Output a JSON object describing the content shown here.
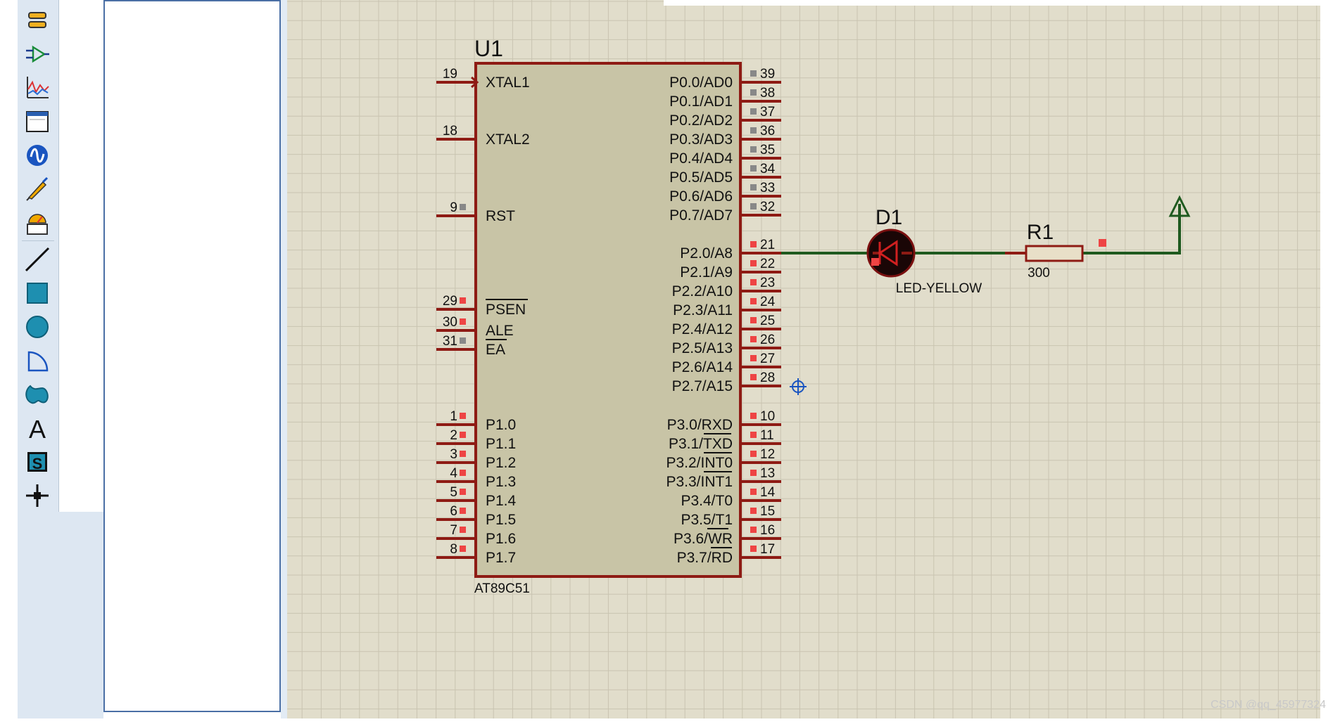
{
  "toolbar": {
    "tools": [
      {
        "name": "terminals-mode-icon"
      },
      {
        "name": "device-pins-mode-icon"
      },
      {
        "name": "graph-mode-icon"
      },
      {
        "name": "tape-recorder-icon"
      },
      {
        "name": "generator-mode-icon"
      },
      {
        "name": "voltage-probe-icon"
      },
      {
        "name": "virtual-instruments-icon"
      },
      {
        "name": "line-2d-icon"
      },
      {
        "name": "box-2d-icon"
      },
      {
        "name": "circle-2d-icon"
      },
      {
        "name": "arc-2d-icon"
      },
      {
        "name": "closed-path-2d-icon"
      },
      {
        "name": "text-2d-icon"
      },
      {
        "name": "symbol-2d-icon"
      },
      {
        "name": "marker-2d-icon"
      }
    ]
  },
  "colors": {
    "canvas": "#e1ddcb",
    "grid": "#c9c4b1",
    "chip_fill": "#c8c4a6",
    "chip_border": "#8e1b14",
    "wire": "#1f5a1f",
    "pin_red": "#ee4444",
    "pin_gray": "#888888"
  },
  "chip": {
    "ref": "U1",
    "part": "AT89C51",
    "left_pins": [
      {
        "num": "19",
        "label": "XTAL1",
        "dot": "none"
      },
      {
        "num": "18",
        "label": "XTAL2",
        "dot": "none"
      },
      {
        "num": "9",
        "label": "RST",
        "dot": "gray"
      },
      {
        "num": "29",
        "label": "PSEN",
        "dot": "red"
      },
      {
        "num": "30",
        "label": "ALE",
        "dot": "red"
      },
      {
        "num": "31",
        "label": "EA",
        "dot": "gray"
      },
      {
        "num": "1",
        "label": "P1.0",
        "dot": "red"
      },
      {
        "num": "2",
        "label": "P1.1",
        "dot": "red"
      },
      {
        "num": "3",
        "label": "P1.2",
        "dot": "red"
      },
      {
        "num": "4",
        "label": "P1.3",
        "dot": "red"
      },
      {
        "num": "5",
        "label": "P1.4",
        "dot": "red"
      },
      {
        "num": "6",
        "label": "P1.5",
        "dot": "red"
      },
      {
        "num": "7",
        "label": "P1.6",
        "dot": "red"
      },
      {
        "num": "8",
        "label": "P1.7",
        "dot": "red"
      }
    ],
    "right_pins": [
      {
        "num": "39",
        "label": "P0.0/AD0",
        "dot": "gray"
      },
      {
        "num": "38",
        "label": "P0.1/AD1",
        "dot": "gray"
      },
      {
        "num": "37",
        "label": "P0.2/AD2",
        "dot": "gray"
      },
      {
        "num": "36",
        "label": "P0.3/AD3",
        "dot": "gray"
      },
      {
        "num": "35",
        "label": "P0.4/AD4",
        "dot": "gray"
      },
      {
        "num": "34",
        "label": "P0.5/AD5",
        "dot": "gray"
      },
      {
        "num": "33",
        "label": "P0.6/AD6",
        "dot": "gray"
      },
      {
        "num": "32",
        "label": "P0.7/AD7",
        "dot": "gray"
      },
      {
        "num": "21",
        "label": "P2.0/A8",
        "dot": "red"
      },
      {
        "num": "22",
        "label": "P2.1/A9",
        "dot": "red"
      },
      {
        "num": "23",
        "label": "P2.2/A10",
        "dot": "red"
      },
      {
        "num": "24",
        "label": "P2.3/A11",
        "dot": "red"
      },
      {
        "num": "25",
        "label": "P2.4/A12",
        "dot": "red"
      },
      {
        "num": "26",
        "label": "P2.5/A13",
        "dot": "red"
      },
      {
        "num": "27",
        "label": "P2.6/A14",
        "dot": "red"
      },
      {
        "num": "28",
        "label": "P2.7/A15",
        "dot": "red"
      },
      {
        "num": "10",
        "label": "P3.0/RXD",
        "dot": "red"
      },
      {
        "num": "11",
        "label": "P3.1/TXD",
        "dot": "red"
      },
      {
        "num": "12",
        "label": "P3.2/INT0",
        "dot": "red"
      },
      {
        "num": "13",
        "label": "P3.3/INT1",
        "dot": "red"
      },
      {
        "num": "14",
        "label": "P3.4/T0",
        "dot": "red"
      },
      {
        "num": "15",
        "label": "P3.5/T1",
        "dot": "red"
      },
      {
        "num": "16",
        "label": "P3.6/WR",
        "dot": "red"
      },
      {
        "num": "17",
        "label": "P3.7/RD",
        "dot": "red"
      }
    ]
  },
  "led": {
    "ref": "D1",
    "value": "LED-YELLOW"
  },
  "resistor": {
    "ref": "R1",
    "value": "300"
  },
  "watermark": "CSDN @qq_45977324"
}
